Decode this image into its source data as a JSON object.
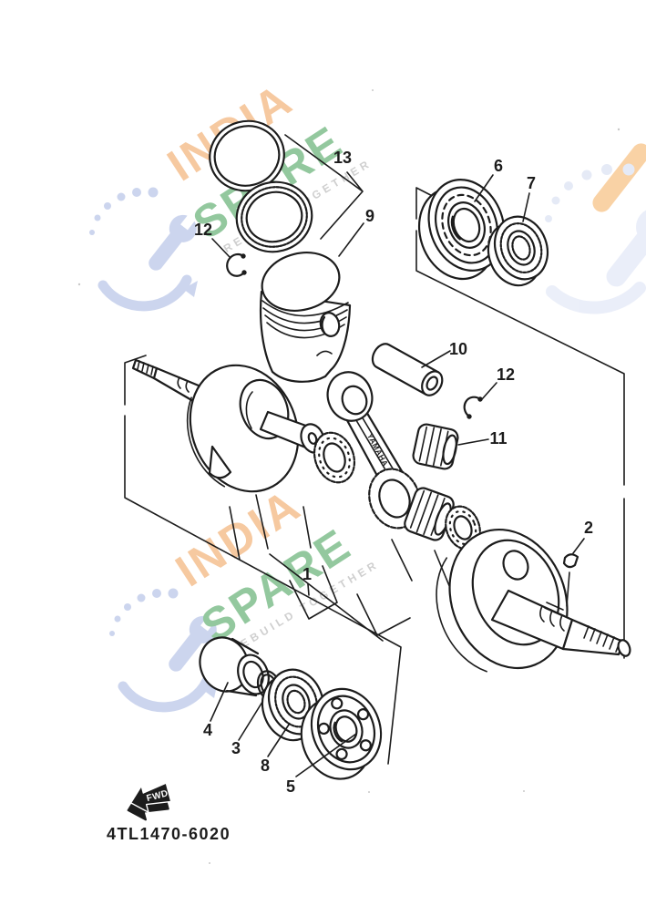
{
  "footer": {
    "part_number": "4TL1470-6020",
    "fwd_label": "FWD"
  },
  "watermark": {
    "word1": "INDIA",
    "word2": "SPARE",
    "tagline": "REBUILD TOGETHER",
    "orange": "#f6c9a0",
    "green": "#93c89e",
    "blue": "#ccd5ee",
    "gray": "#cfcfcf"
  },
  "parts": {
    "brand_stamp": "YAMAHA",
    "callouts": [
      {
        "label": "13",
        "part": "piston-ring-set"
      },
      {
        "label": "12",
        "part": "circlip-upper"
      },
      {
        "label": "9",
        "part": "piston"
      },
      {
        "label": "6",
        "part": "ball-bearing-left"
      },
      {
        "label": "7",
        "part": "oil-seal-left"
      },
      {
        "label": "10",
        "part": "piston-pin"
      },
      {
        "label": "12",
        "part": "circlip-middle"
      },
      {
        "label": "11",
        "part": "small-end-bearing"
      },
      {
        "label": "1",
        "part": "crankshaft-assembly"
      },
      {
        "label": "2",
        "part": "woodruff-key"
      },
      {
        "label": "4",
        "part": "spacer-collar"
      },
      {
        "label": "3",
        "part": "o-ring"
      },
      {
        "label": "8",
        "part": "oil-seal-right"
      },
      {
        "label": "5",
        "part": "ball-bearing-right"
      }
    ]
  }
}
